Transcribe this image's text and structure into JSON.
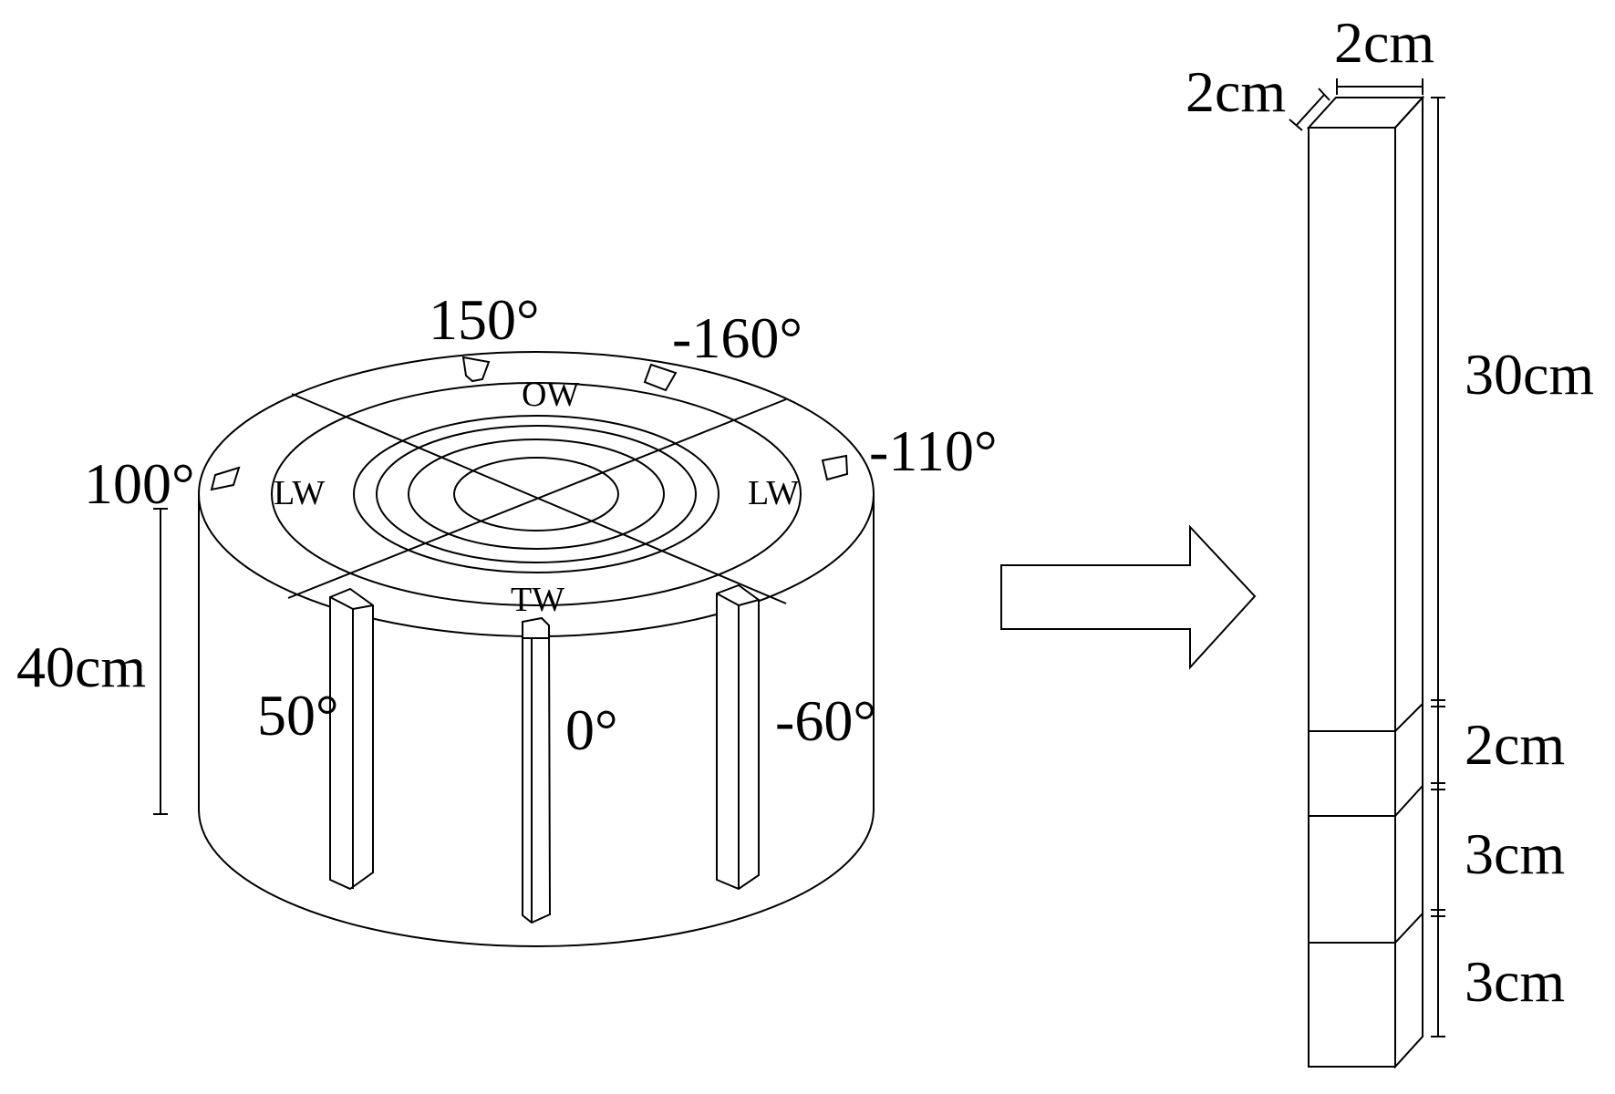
{
  "disk": {
    "height_label": "40cm",
    "angles": {
      "a150": "150°",
      "a_m160": "-160°",
      "a_m110": "-110°",
      "a100": "100°",
      "a50": "50°",
      "a0": "0°",
      "a_m60": "-60°"
    },
    "zones": {
      "ow": "OW",
      "lw_left": "LW",
      "lw_right": "LW",
      "tw": "TW"
    }
  },
  "column": {
    "width_label": "2cm",
    "depth_label": "2cm",
    "segments": [
      "30cm",
      "2cm",
      "3cm",
      "3cm"
    ]
  }
}
